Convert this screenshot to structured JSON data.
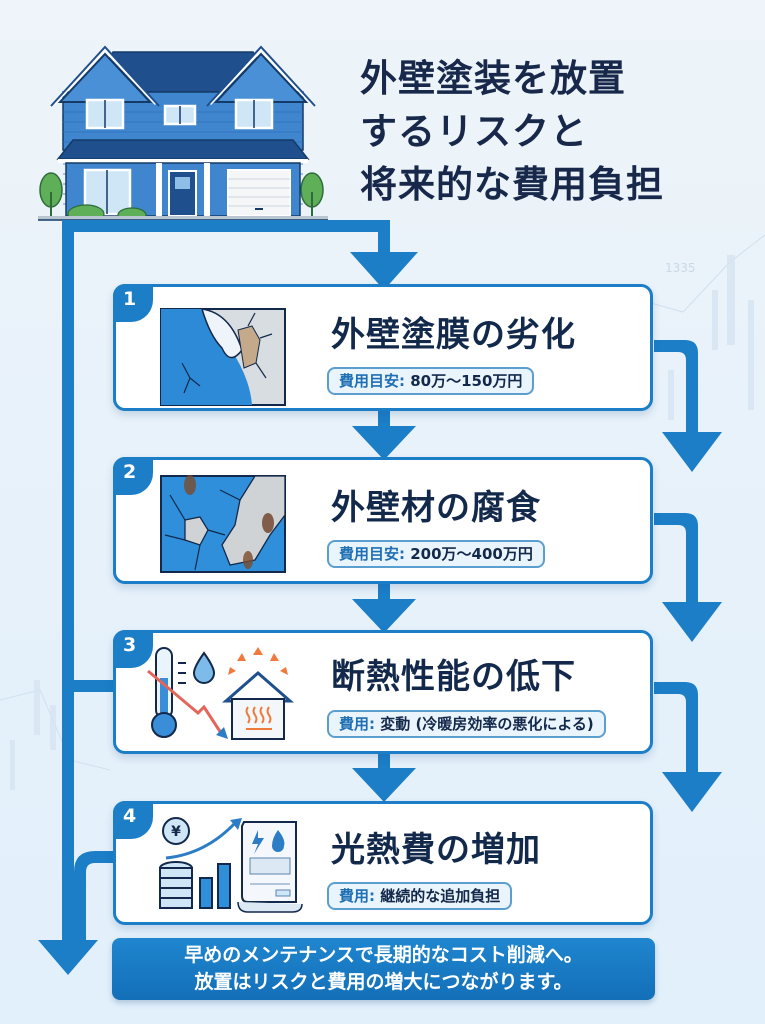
{
  "title": {
    "lines": [
      "外壁塗装を放置",
      "するリスクと",
      "将来的な費用負担"
    ]
  },
  "steps": [
    {
      "number": "1",
      "heading": "外壁塗膜の劣化",
      "cost_label": "費用目安:",
      "cost_value": "80万〜150万円",
      "icon": "peeling-paint-crack-icon"
    },
    {
      "number": "2",
      "heading": "外壁材の腐食",
      "cost_label": "費用目安:",
      "cost_value": "200万〜400万円",
      "icon": "corroded-wall-icon"
    },
    {
      "number": "3",
      "heading": "断熱性能の低下",
      "cost_label": "費用:",
      "cost_value": "変動 (冷暖房効率の悪化による)",
      "icon": "thermometer-heat-loss-house-icon"
    },
    {
      "number": "4",
      "heading": "光熱費の増加",
      "cost_label": "費用:",
      "cost_value": "継続的な追加負担",
      "icon": "yen-rising-utility-bill-icon"
    }
  ],
  "footer": {
    "line1": "早めのメンテナンスで長期的なコスト削減へ。",
    "line2": "放置はリスクと費用の増大につながります。"
  },
  "background_chart_label": "1335",
  "colors": {
    "primary_blue": "#1b7ec6",
    "title_navy": "#17284a",
    "background": "#eaf3fa",
    "card_bg": "#ffffff",
    "warning_orange": "#f07a3c"
  }
}
